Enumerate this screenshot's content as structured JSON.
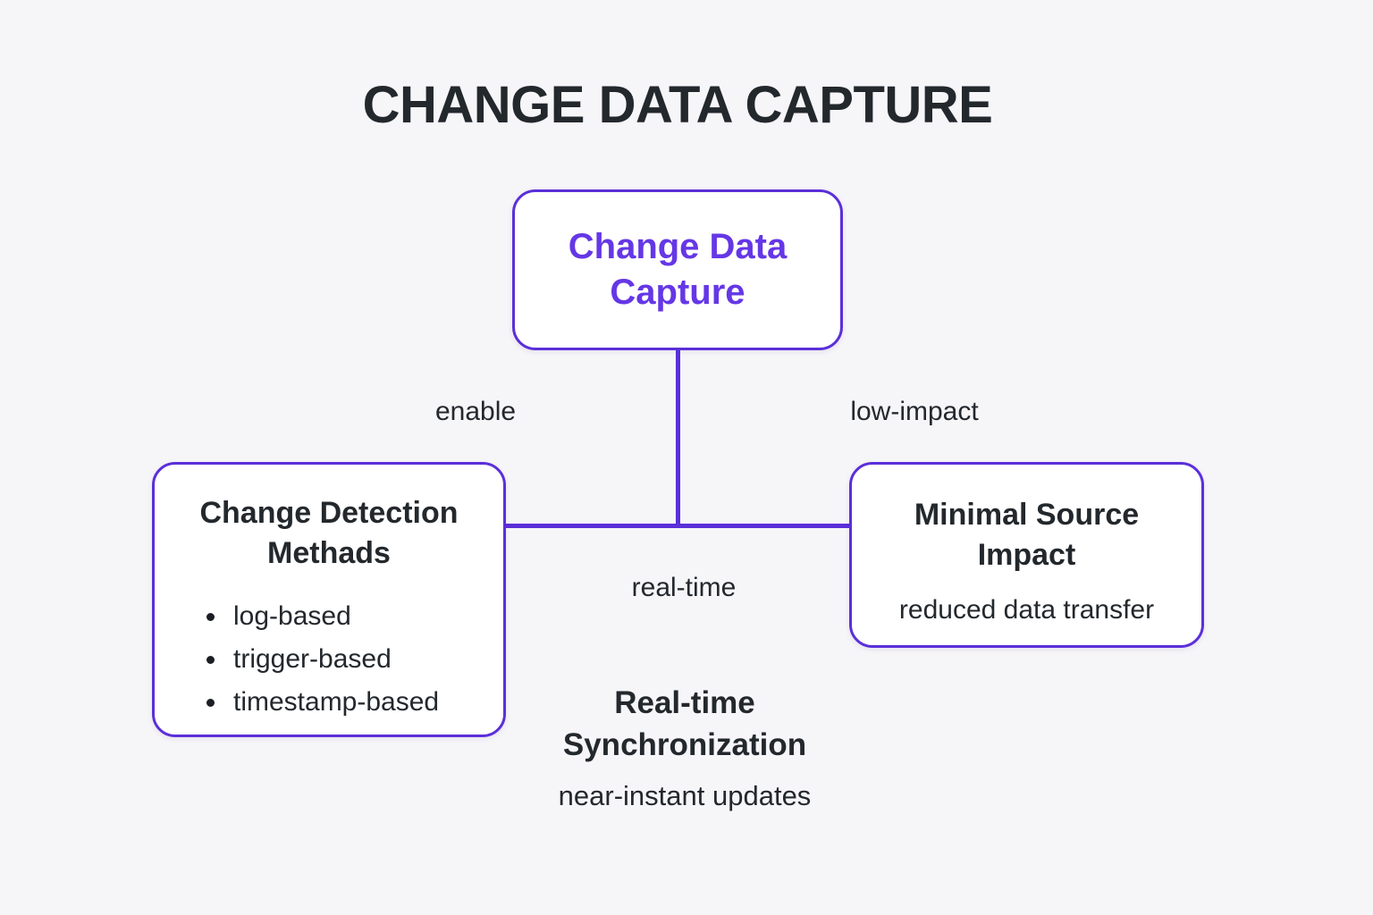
{
  "title": "CHANGE DATA CAPTURE",
  "colors": {
    "accent_border": "#5b2fd9",
    "accent_text": "#6537e6",
    "dark_text": "#23282d",
    "background": "#f6f5f8",
    "node_fill": "#ffffff"
  },
  "nodes": {
    "root": {
      "label": "Change Data Capture"
    },
    "left": {
      "title": "Change Detection Methads",
      "bullets": [
        "log-based",
        "trigger-based",
        "timestamp-based"
      ]
    },
    "right": {
      "title": "Minimal Source Impact",
      "subtitle": "reduced data transfer"
    },
    "bottom": {
      "title": "Real-time Synchronization",
      "subtitle": "near-instant updates"
    }
  },
  "edge_labels": {
    "enable": "enable",
    "low_impact": "low-impact",
    "real_time": "real-time"
  }
}
